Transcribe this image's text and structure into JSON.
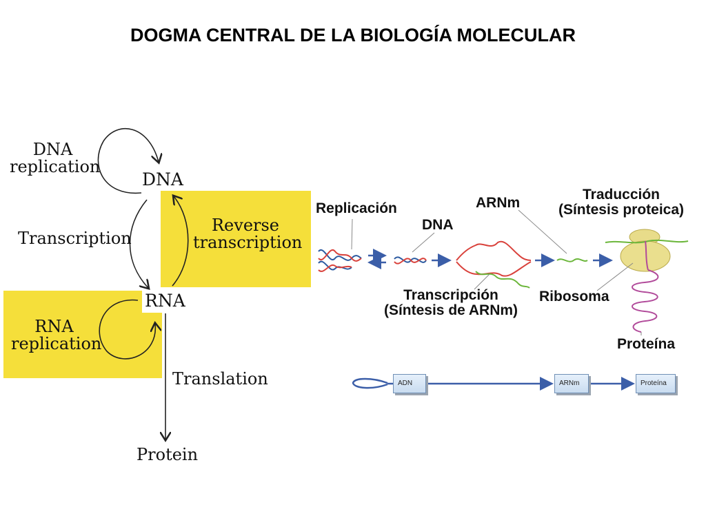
{
  "title": "DOGMA CENTRAL DE LA BIOLOGÍA MOLECULAR",
  "left_diagram": {
    "dna_replication": [
      "DNA",
      "replication"
    ],
    "dna": "DNA",
    "transcription": "Transcription",
    "reverse_transcription": [
      "Reverse",
      "transcription"
    ],
    "rna": "RNA",
    "rna_replication": [
      "RNA",
      "replication"
    ],
    "translation": "Translation",
    "protein": "Protein",
    "box_color": "#f5df3a"
  },
  "right_diagram": {
    "replicacion": "Replicación",
    "arnm_top": "ARNm",
    "dna": "DNA",
    "traduccion": "Traducción",
    "sintesis_proteica": "(Síntesis proteica)",
    "transcripcion": "Transcripción",
    "sintesis_arnm": "(Síntesis de ARNm)",
    "ribosoma": "Ribosoma",
    "proteina": "Proteína"
  },
  "flow_bar": {
    "adn": "ADN",
    "arnm": "ARNm",
    "proteina": "Proteína"
  }
}
